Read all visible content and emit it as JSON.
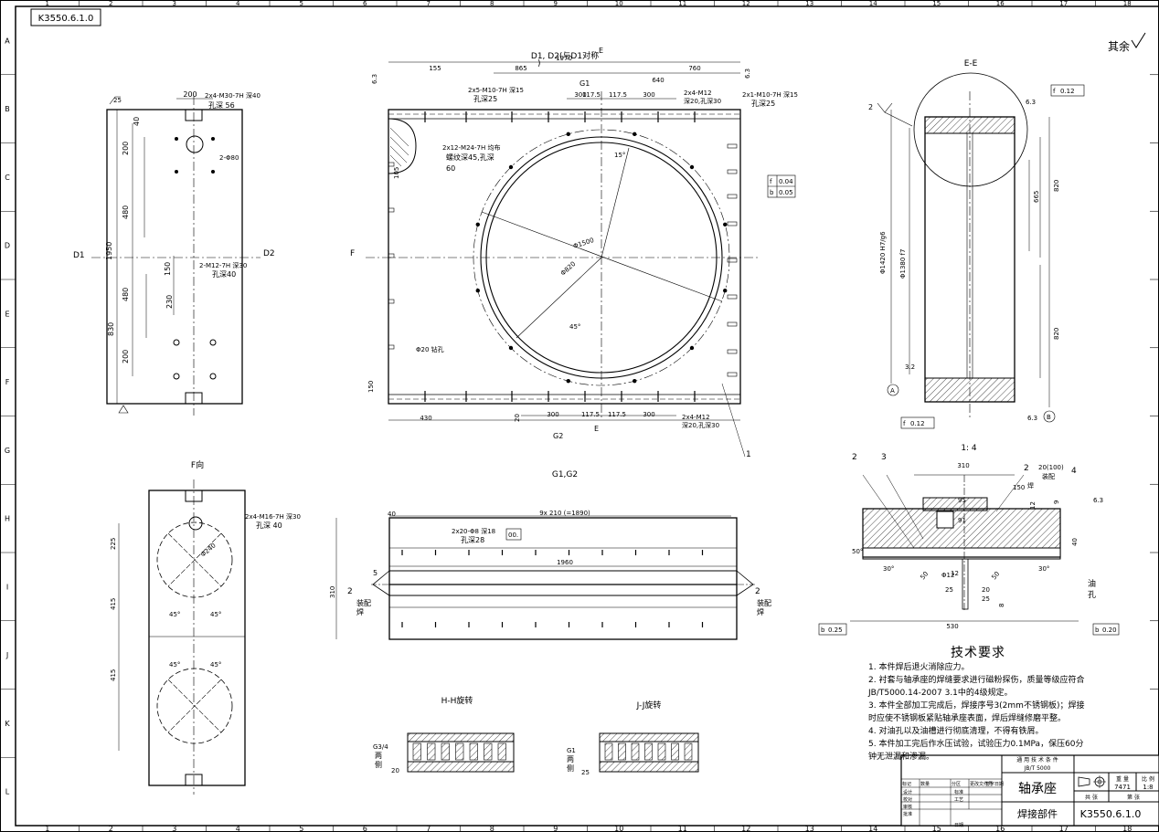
{
  "drawing_code_top": "K3550.6.1.0",
  "roughness_note": "其余",
  "col_numbers": [
    "1",
    "2",
    "3",
    "4",
    "5",
    "6",
    "7",
    "8",
    "9",
    "10",
    "11",
    "12",
    "13",
    "14",
    "15",
    "16",
    "17",
    "18"
  ],
  "row_letters": [
    "A",
    "B",
    "C",
    "D",
    "E",
    "F",
    "G",
    "H",
    "I",
    "J",
    "K",
    "L"
  ],
  "views": {
    "main_title": "D1, D2(与D1对称",
    "ee_title": "E-E",
    "f_view_title": "F向",
    "g_title": "G1,G2",
    "detail_title": "1: 4",
    "hh_title": "H-H旋转",
    "jj_title": "J-J旋转"
  },
  "left_view": {
    "d1": "D1",
    "d2": "D2",
    "rough": "25",
    "dims": [
      "200",
      "40",
      "200",
      "480",
      "1950",
      "150",
      "230",
      "480",
      "830",
      "200"
    ],
    "holes1": "2x4-M30-7H 深40",
    "holes1b": "孔深 56",
    "holes2": "2-Φ80",
    "holes3": "2-M12-7H 深30",
    "holes3b": "孔深40"
  },
  "main_view": {
    "dims_top": [
      "1970",
      "155",
      "865",
      "760",
      "640",
      "300",
      "117.5",
      "117.5",
      "300"
    ],
    "dims_bottom": [
      "430",
      "300",
      "117.5",
      "117.5",
      "300",
      "150",
      "20",
      "105"
    ],
    "note1": "2x5-M10-7H 深15",
    "note1b": "孔深25",
    "note2": "2x4-M12",
    "note2b": "深20,孔深30",
    "note3": "2x1-M10-7H 深15",
    "note3b": "孔深25",
    "note4": "2x12-M24-7H 均布",
    "note4b": "螺纹深45,孔深",
    "note4c": "60",
    "note5": "2x4-M12",
    "note5b": "深20,孔深30",
    "note6": "Φ20 钻孔",
    "phi1": "Φ1500",
    "phi2": "Φ820",
    "ang1": "15°",
    "ang2": "45°",
    "tol1": "0.04",
    "tol2": "0.05",
    "labels": [
      "E",
      "E",
      "G1",
      "G2",
      "F",
      "1"
    ],
    "side": [
      "6.3",
      "6.3"
    ]
  },
  "ee_view": {
    "dims": [
      "Φ1420 H7/g6",
      "Φ1380 f7",
      "665",
      "820",
      "820",
      "6.3",
      "3.2",
      "6.3"
    ],
    "tol_top": "0.12",
    "tol_bot": "0.12",
    "datum_a": "A",
    "datum_b": "B",
    "leader": "2"
  },
  "f_view": {
    "note": "2x4-M16-7H 深30",
    "noteb": "孔深 40",
    "dims": [
      "225",
      "415",
      "415"
    ],
    "phi": "Φ240",
    "angles": [
      "45°",
      "45°",
      "45°",
      "45°"
    ]
  },
  "g_view": {
    "pitch": "9x 210 (=1890)",
    "note": "2x20-Φ8 深18",
    "noteb": "孔深28",
    "dims": [
      "40",
      "1960",
      "310"
    ],
    "weld": "装配",
    "weld2": "焊",
    "num": [
      "2",
      "5",
      "2"
    ],
    "tol": "00."
  },
  "detail": {
    "dims": [
      "310",
      "95",
      "150",
      "91",
      "12",
      "9",
      "40",
      "12",
      "Φ12",
      "25",
      "20",
      "25",
      "530",
      "8",
      "50",
      "50"
    ],
    "angles": [
      "30°",
      "30°",
      "50°"
    ],
    "weld": "20(100)",
    "weld_b": "装配",
    "weld_c": "焊",
    "oil": "油",
    "oil_b": "孔",
    "leaders": [
      "2",
      "3",
      "2",
      "4",
      "6.3"
    ],
    "tol": [
      "0.25",
      "0.20"
    ]
  },
  "sections": {
    "hh_label": "G3/4",
    "hh_label2": "两",
    "hh_label3": "侧",
    "hh_dim": "20",
    "jj_label": "G1",
    "jj_label2": "两",
    "jj_label3": "侧",
    "jj_dim": "25"
  },
  "tech": {
    "title": "技术要求",
    "items": [
      "1. 本件焊后退火消除应力。",
      "2. 衬套与轴承座的焊缝要求进行磁粉探伤，质量等级应符合JB/T5000.14-2007 3.1中的4级规定。",
      "3. 本件全部加工完成后，焊接序号3(2mm不锈钢板)；焊接时应使不锈钢板紧贴轴承座表面，焊后焊缝修磨平整。",
      "4. 对油孔以及油槽进行彻底清理，不得有铁屑。",
      "5. 本件加工完后作水压试验，试验压力0.1MPa，保压60分钟无泄漏和渗漏。"
    ]
  },
  "title_block": {
    "std": "通 用 技 术 条 件",
    "std2": "JB/T 5000",
    "part_name": "轴承座",
    "part_sub": "焊接部件",
    "code": "K3550.6.1.0",
    "weight_h": "重 量",
    "scale_h": "比 例",
    "weight": "7471",
    "scale": "1:8",
    "sheets": "共   张",
    "sheet": "第   张",
    "rows": [
      "标记",
      "数量",
      "分区",
      "更改文件号",
      "签字",
      "日期"
    ],
    "roles": [
      "设计",
      "校对",
      "审核",
      "批准"
    ],
    "roles2": [
      "标准",
      "工艺",
      "",
      "日期"
    ]
  }
}
